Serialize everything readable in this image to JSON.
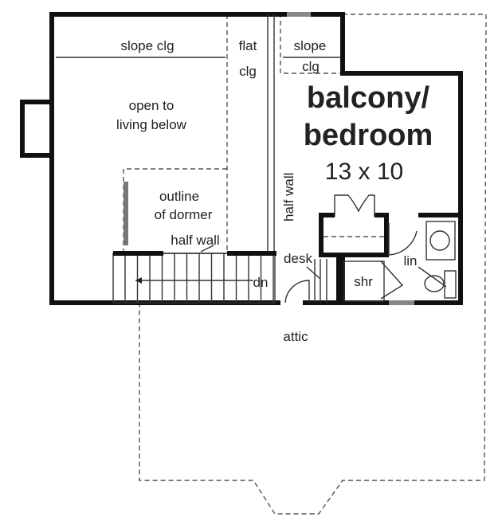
{
  "plan": {
    "labels": {
      "slope_clg_left": "slope clg",
      "flat": "flat",
      "flat_clg": "clg",
      "slope_right": "slope",
      "slope_right_clg": "clg",
      "open_to": "open to",
      "living_below": "living below",
      "room_name_1": "balcony/",
      "room_name_2": "bedroom",
      "room_size": "13 x 10",
      "half_wall_vertical": "half wall",
      "outline": "outline",
      "of_dormer": "of dormer",
      "half_wall": "half wall",
      "desk": "desk",
      "dn": "dn",
      "shr": "shr",
      "lin": "lin",
      "attic": "attic"
    }
  }
}
